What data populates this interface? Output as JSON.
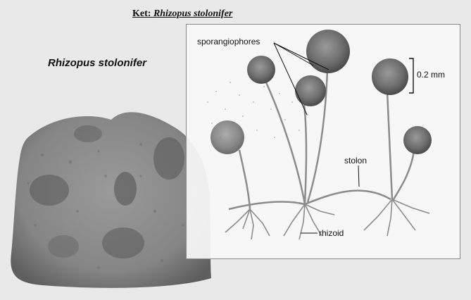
{
  "caption": {
    "prefix": "Ket: ",
    "species": "Rhizopus stolonifer"
  },
  "image_heading": "Rhizopus stolonifer",
  "diagram": {
    "labels": {
      "sporangiophores": "sporangiophores",
      "scale": "0.2 mm",
      "stolon": "stolon",
      "rhizoid": "rhizoid"
    }
  },
  "colors": {
    "background": "#e9e9e9",
    "bread": "#8f8f8f",
    "sporangium": "#6d6d6d",
    "stem": "#8c8c8c"
  }
}
